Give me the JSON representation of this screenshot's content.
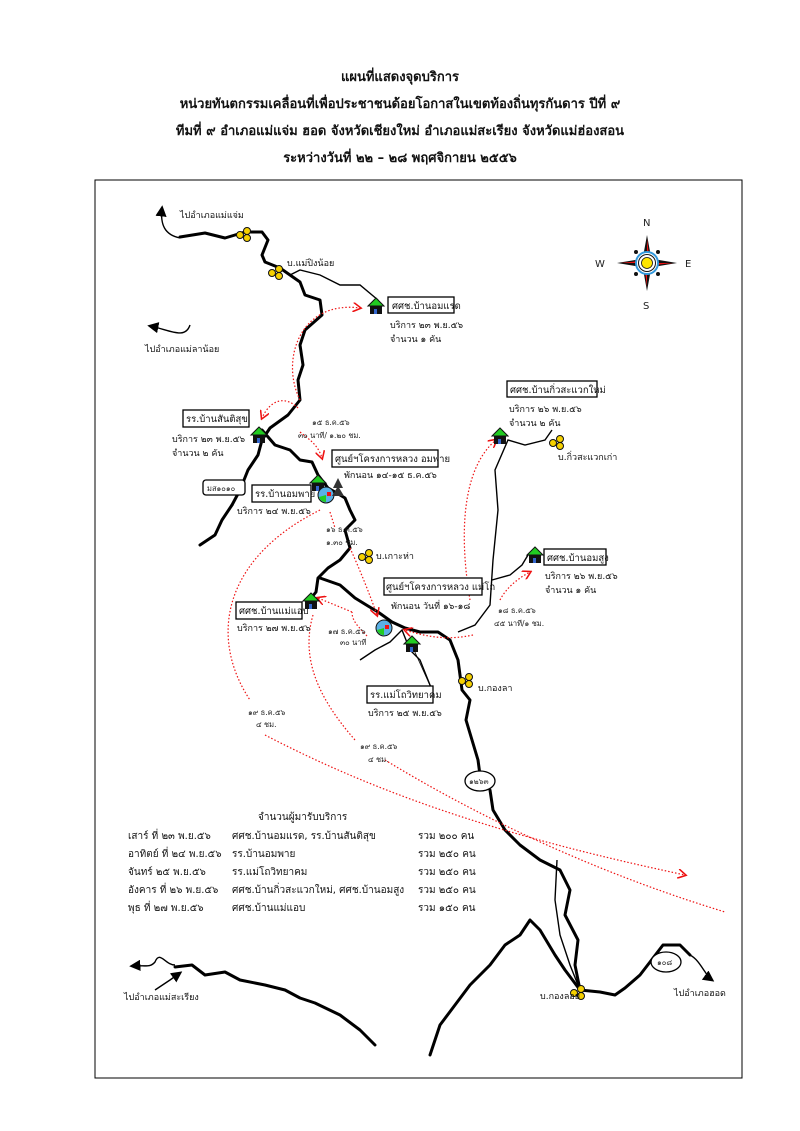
{
  "header": {
    "line1": "แผนที่แสดงจุดบริการ",
    "line2": "หน่วยทันตกรรมเคลื่อนที่เพื่อประชาชนด้อยโอกาสในเขตท้องถิ่นทุรกันดาร  ปีที่ ๙",
    "line3": "ทีมที่ ๙   อำเภอแม่แจ่ม ฮอด จังหวัดเชียงใหม่    อำเภอแม่สะเรียง จังหวัดแม่ฮ่องสอน",
    "line4": "ระหว่างวันที่ ๒๒ – ๒๘ พฤศจิกายน ๒๕๕๖"
  },
  "compass": {
    "n": "N",
    "s": "S",
    "e": "E",
    "w": "W"
  },
  "directions": {
    "to_mae_chaem": "ไปอำเภอแม่แจ่ม",
    "to_mae_la_noi": "ไปอำเภอแม่ลาน้อย",
    "to_mae_sariang": "ไปอำเภอแม่สะเรียง",
    "to_hot": "ไปอำเภอฮอด"
  },
  "villages": {
    "mae_ping_noi": "บ.แม่ปิงน้อย",
    "ko_ha": "บ.เกาะห่า",
    "kong_la": "บ.กองลา",
    "kiew_sawaek_kao": "บ.กิ่วสะแวกเก่า",
    "kong_loi": "บ.กองลอย"
  },
  "roads": {
    "r1": "มส๑๐๑๐",
    "r2": "๑๒๖๓",
    "r3": "๑๐๘"
  },
  "sites": {
    "om_raet": {
      "name": "ศศช.บ้านอมแรด",
      "service": "บริการ ๒๓ พ.ย.๕๖",
      "count": "จำนวน ๑ คัน"
    },
    "santisuk": {
      "name": "รร.บ้านสันติสุข",
      "service": "บริการ ๒๓ พ.ย.๕๖",
      "count": "จำนวน ๒ คัน"
    },
    "om_phai_center": {
      "name": "ศูนย์ฯโครงการหลวง อมพาย",
      "stay": "พักนอน ๑๔-๑๕ ธ.ค.๕๖"
    },
    "om_phai_school": {
      "name": "รร.บ้านอมพาย",
      "service": "บริการ ๒๔ พ.ย.๕๖"
    },
    "mae_tho_center": {
      "name": "ศูนย์ฯโครงการหลวง แม่โถ",
      "stay": "พักนอน วันที่ ๑๖-๑๘"
    },
    "mae_aeb": {
      "name": "ศศช.บ้านแม่แอบ",
      "service": "บริการ ๒๗ พ.ย.๕๖"
    },
    "mae_tho_school": {
      "name": "รร.แม่โถวิทยาคม",
      "service": "บริการ ๒๕ พ.ย.๕๖"
    },
    "kiew_sawaek_mai": {
      "name": "ศศช.บ้านกิ่วสะแวกใหม่",
      "service": "บริการ ๒๖ พ.ย.๕๖",
      "count": "จำนวน ๒ คัน"
    },
    "om_sung": {
      "name": "ศศช.บ้านอมสูง",
      "service": "บริการ ๒๖ พ.ย.๕๖",
      "count": "จำนวน ๑ คัน"
    }
  },
  "route_notes": [
    {
      "date": "๑๕ ธ.ค.๕๖",
      "time": "๓๐ นาที/ ๑.๒๐ ชม."
    },
    {
      "date": "๑๖ ธ.ค.๕๖",
      "time": "๑.๓๐ ชม."
    },
    {
      "date": "๑๗ ธ.ค.๕๖",
      "time": "๓๐ นาที"
    },
    {
      "date": "๑๘ ธ.ค.๕๖",
      "time": "๔๕ นาที/๑ ชม."
    },
    {
      "date": "๑๙ ธ.ค.๕๖",
      "time": "๔ ชม."
    },
    {
      "date": "๑๙ ธ.ค.๕๖",
      "time": "๔ ชม."
    }
  ],
  "summary": {
    "title": "จำนวนผู้มารับบริการ",
    "rows": [
      {
        "day": "เสาร์ ที่ ๒๓ พ.ย.๕๖",
        "sites": "ศศช.บ้านอมแรด, รร.บ้านสันติสุข",
        "total": "รวม ๒๐๐ คน"
      },
      {
        "day": "อาทิตย์ ที่ ๒๔ พ.ย.๕๖",
        "sites": "รร.บ้านอมพาย",
        "total": "รวม ๒๕๐ คน"
      },
      {
        "day": "จันทร์ ๒๕ พ.ย.๕๖",
        "sites": "รร.แม่โถวิทยาคม",
        "total": "รวม ๒๕๐ คน"
      },
      {
        "day": "อังคาร ที่ ๒๖ พ.ย.๕๖",
        "sites": "ศศช.บ้านกิ่วสะแวกใหม่, ศศช.บ้านอมสูง",
        "total": "รวม ๒๕๐ คน"
      },
      {
        "day": "พุธ ที่ ๒๗ พ.ย.๕๖",
        "sites": "ศศช.บ้านแม่แอบ",
        "total": "รวม ๑๕๐ คน"
      }
    ]
  },
  "colors": {
    "route": "#ee1111",
    "roof": "#22cc22",
    "village": "#f5d000",
    "compass_ring": "#3399dd"
  }
}
